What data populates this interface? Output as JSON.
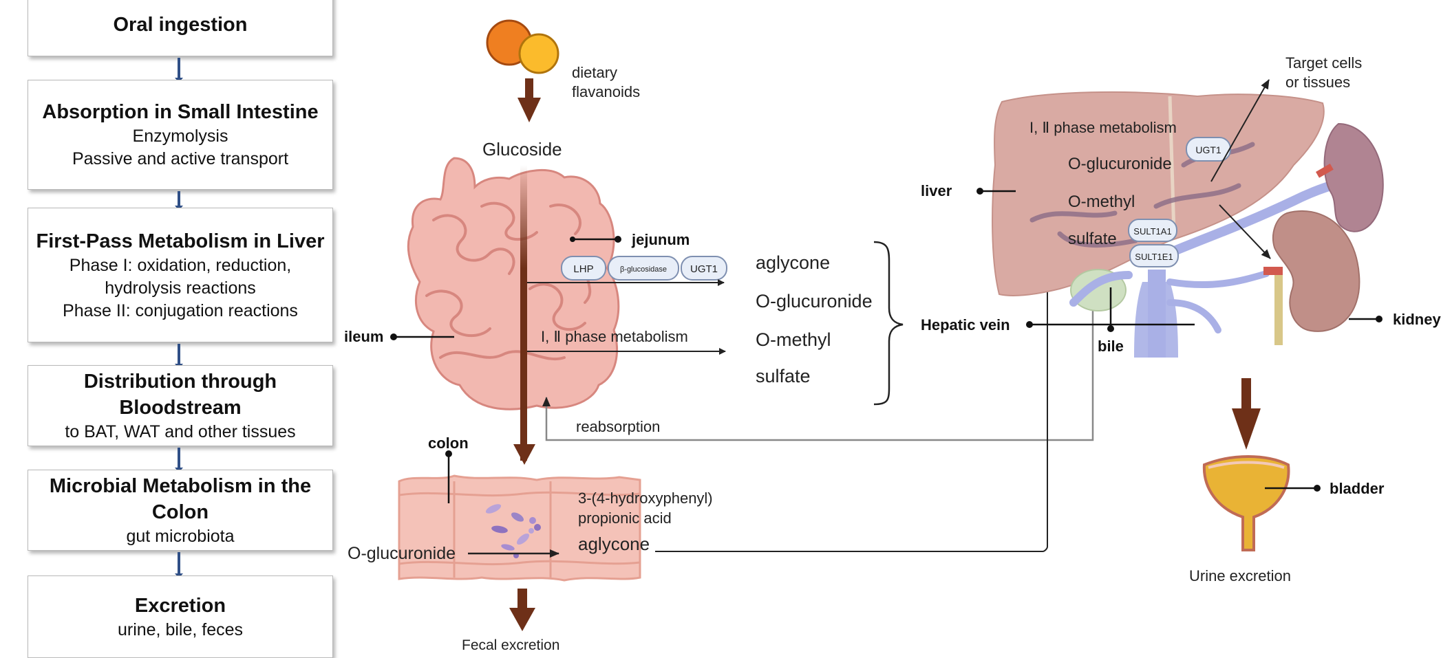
{
  "steps": [
    {
      "title": "Oral ingestion",
      "desc": []
    },
    {
      "title": "Absorption in Small Intestine",
      "desc": [
        "Enzymolysis",
        "Passive and active transport"
      ]
    },
    {
      "title": "First-Pass Metabolism in Liver",
      "desc": [
        "Phase I: oxidation, reduction,",
        "hydrolysis reactions",
        "Phase II: conjugation reactions"
      ]
    },
    {
      "title": "Distribution through Bloodstream",
      "desc": [
        "to BAT, WAT and other tissues"
      ]
    },
    {
      "title": "Microbial Metabolism in the Colon",
      "desc": [
        "gut microbiota"
      ]
    },
    {
      "title": "Excretion",
      "desc": [
        "urine, bile, feces"
      ]
    }
  ],
  "intake": {
    "line1": "dietary",
    "line2": "flavanoids",
    "glucoside": "Glucoside"
  },
  "intestine": {
    "jejunum": "jejunum",
    "ileum": "ileum",
    "enzymes": [
      "LHP",
      "β-glucosidase",
      "UGT1"
    ],
    "phase": "I, Ⅱ phase metabolism",
    "reabsorption": "reabsorption"
  },
  "metabolites": [
    "aglycone",
    "O-glucuronide",
    "O-methyl",
    "sulfate"
  ],
  "colon": {
    "label": "colon",
    "acid_line1": "3-(4-hydroxyphenyl)",
    "acid_line2": "propionic acid",
    "o_glucuronide": "O-glucuronide",
    "aglycone": "aglycone",
    "fecal": "Fecal excretion"
  },
  "liver": {
    "label": "liver",
    "phase": "I, Ⅱ phase metabolism",
    "metabolites": [
      "O-glucuronide",
      "O-methyl",
      "sulfate"
    ],
    "enzymes": [
      "UGT1",
      "SULT1A1",
      "SULT1E1"
    ],
    "hepatic_vein": "Hepatic vein",
    "bile": "bile",
    "target_line1": "Target cells",
    "target_line2": "or tissues"
  },
  "kidney": {
    "label": "kidney",
    "bladder": "bladder",
    "urine": "Urine excretion"
  },
  "colors": {
    "arrow_brown": "#6e3018",
    "flow_blue": "#2f4f86",
    "intestine": "#f2b8b0",
    "liver": "#d9aaa3",
    "vessel": "#a9b0e6"
  }
}
